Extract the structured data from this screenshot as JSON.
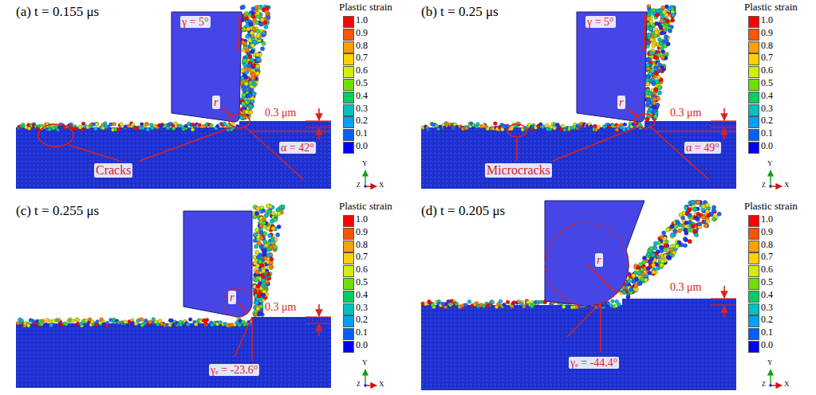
{
  "diagram": {
    "labels": [
      "(a) t = 0.155 μs",
      "γ = 5°",
      "r",
      "0.3 μm",
      "α = 42°",
      "Cracks",
      "Plastic strain",
      "Y",
      "Z",
      "X",
      "(b) t = 0.25 μs",
      "γ = 5°",
      "r",
      "0.3 μm",
      "α = 49°",
      "Microcracks",
      "Plastic strain",
      "Y",
      "Z",
      "X",
      "(c) t = 0.255 μs",
      "r",
      "0.3 μm",
      "γₑ = -23.6°",
      "Plastic strain",
      "Y",
      "Z",
      "X",
      "(d) t = 0.205 μs",
      "r",
      "0.3 μm",
      "γₑ = -44.4°",
      "Plastic strain",
      "Y",
      "Z",
      "X"
    ],
    "legend": [
      {
        "text": "1.0",
        "color": "#ff0000"
      },
      {
        "text": "0.9",
        "color": "#ff5500"
      },
      {
        "text": "0.8",
        "color": "#ffa000"
      },
      {
        "text": "0.7",
        "color": "#ffd000"
      },
      {
        "text": "0.6",
        "color": "#d0f000"
      },
      {
        "text": "0.5",
        "color": "#6fe000"
      },
      {
        "text": "0.4",
        "color": "#00d060"
      },
      {
        "text": "0.3",
        "color": "#00c0c0"
      },
      {
        "text": "0.2",
        "color": "#00a0ff"
      },
      {
        "text": "0.1",
        "color": "#0060ff"
      },
      {
        "text": "0.0",
        "color": "#0000ff"
      },
      {
        "text": "1.0",
        "color": "#ff0000"
      },
      {
        "text": "0.9",
        "color": "#ff5500"
      },
      {
        "text": "0.8",
        "color": "#ffa000"
      },
      {
        "text": "0.7",
        "color": "#ffd000"
      },
      {
        "text": "0.6",
        "color": "#d0f000"
      },
      {
        "text": "0.5",
        "color": "#6fe000"
      },
      {
        "text": "0.4",
        "color": "#00d060"
      },
      {
        "text": "0.3",
        "color": "#00c0c0"
      },
      {
        "text": "0.2",
        "color": "#00a0ff"
      },
      {
        "text": "0.1",
        "color": "#0060ff"
      },
      {
        "text": "0.0",
        "color": "#0000ff"
      },
      {
        "text": "1.0",
        "color": "#ff0000"
      },
      {
        "text": "0.9",
        "color": "#ff5500"
      },
      {
        "text": "0.8",
        "color": "#ffa000"
      },
      {
        "text": "0.7",
        "color": "#ffd000"
      },
      {
        "text": "0.6",
        "color": "#d0f000"
      },
      {
        "text": "0.5",
        "color": "#6fe000"
      },
      {
        "text": "0.4",
        "color": "#00d060"
      },
      {
        "text": "0.3",
        "color": "#00c0c0"
      },
      {
        "text": "0.2",
        "color": "#00a0ff"
      },
      {
        "text": "0.1",
        "color": "#0060ff"
      },
      {
        "text": "0.0",
        "color": "#0000ff"
      },
      {
        "text": "1.0",
        "color": "#ff0000"
      },
      {
        "text": "0.9",
        "color": "#ff5500"
      },
      {
        "text": "0.8",
        "color": "#ffa000"
      },
      {
        "text": "0.7",
        "color": "#ffd000"
      },
      {
        "text": "0.6",
        "color": "#d0f000"
      },
      {
        "text": "0.5",
        "color": "#6fe000"
      },
      {
        "text": "0.4",
        "color": "#00d060"
      },
      {
        "text": "0.3",
        "color": "#00c0c0"
      },
      {
        "text": "0.2",
        "color": "#00a0ff"
      },
      {
        "text": "0.1",
        "color": "#0060ff"
      },
      {
        "text": "0.0",
        "color": "#0000ff"
      }
    ]
  }
}
